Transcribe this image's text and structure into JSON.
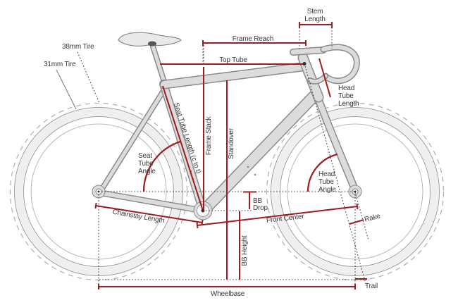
{
  "diagram": {
    "subject": "road-bike-geometry",
    "colors": {
      "measure_red": "#9e1b1e",
      "guide_dark": "#3f3f3f",
      "frame_fill": "#dcdcdc",
      "frame_stroke": "#8a8a8a",
      "text": "#3a3a3a",
      "tire_body": "#efefef",
      "background": "#ffffff"
    },
    "labels": {
      "tire_38": "38mm Tire",
      "tire_31": "31mm Tire",
      "stem_length": [
        "Stem",
        "Length"
      ],
      "frame_reach": "Frame Reach",
      "top_tube": "Top Tube",
      "head_tube_length": [
        "Head",
        "Tube",
        "Length"
      ],
      "seat_tube_length": "Seat Tube Length (c to t)",
      "frame_stack": "Frame Stack",
      "standover": "Standover",
      "seat_tube_angle": [
        "Seat",
        "Tube",
        "Angle"
      ],
      "head_tube_angle": [
        "Head",
        "Tube",
        "Angle"
      ],
      "bb_drop": [
        "BB",
        "Drop"
      ],
      "bb_height": "BB Height",
      "chainstay_length": "Chainstay Length",
      "front_center": "Front Center",
      "rake": "Rake",
      "trail": "Trail",
      "wheelbase": "Wheelbase"
    }
  }
}
